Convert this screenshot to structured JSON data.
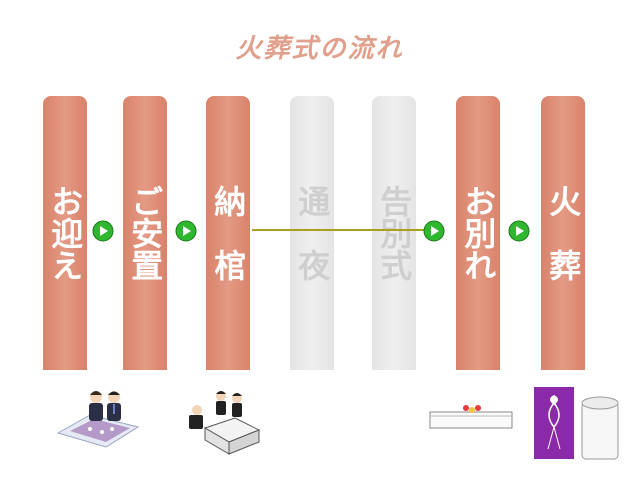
{
  "title": "火葬式の流れ",
  "steps": [
    {
      "label": "お迎え",
      "active": true
    },
    {
      "label": "ご安置",
      "active": true
    },
    {
      "label": "納　棺",
      "active": true
    },
    {
      "label": "通　夜",
      "active": false
    },
    {
      "label": "告別式",
      "active": false
    },
    {
      "label": "お別れ",
      "active": true
    },
    {
      "label": "火　葬",
      "active": true
    }
  ],
  "colors": {
    "active_step": "#dc8a72",
    "inactive_step": "#e8e8e8",
    "arrow": "#2fb82f",
    "title": "#e0a08c"
  },
  "icons": [
    "next-arrow-icon"
  ]
}
